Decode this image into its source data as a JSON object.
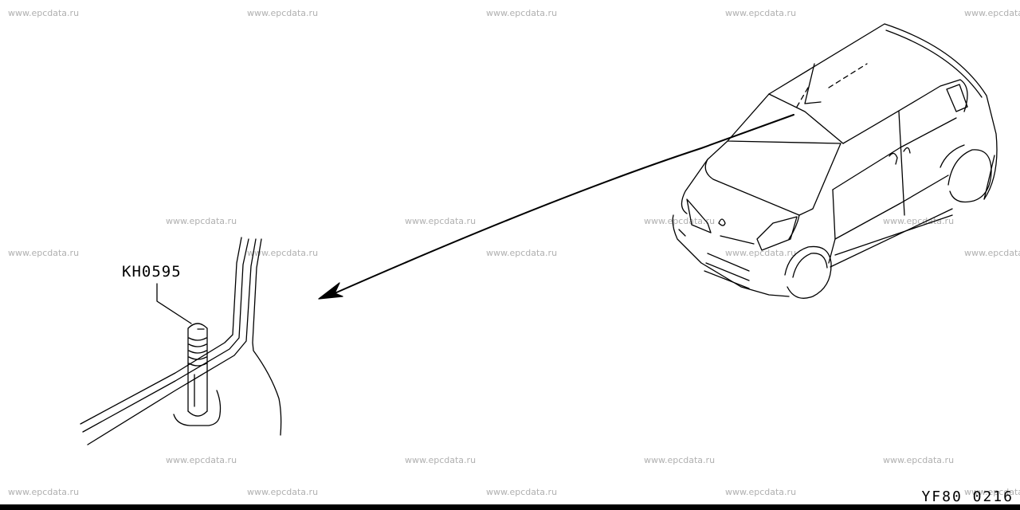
{
  "watermark": "www.epcdata.ru",
  "part_label": "KH0595",
  "figure_code": "YF80  0216"
}
